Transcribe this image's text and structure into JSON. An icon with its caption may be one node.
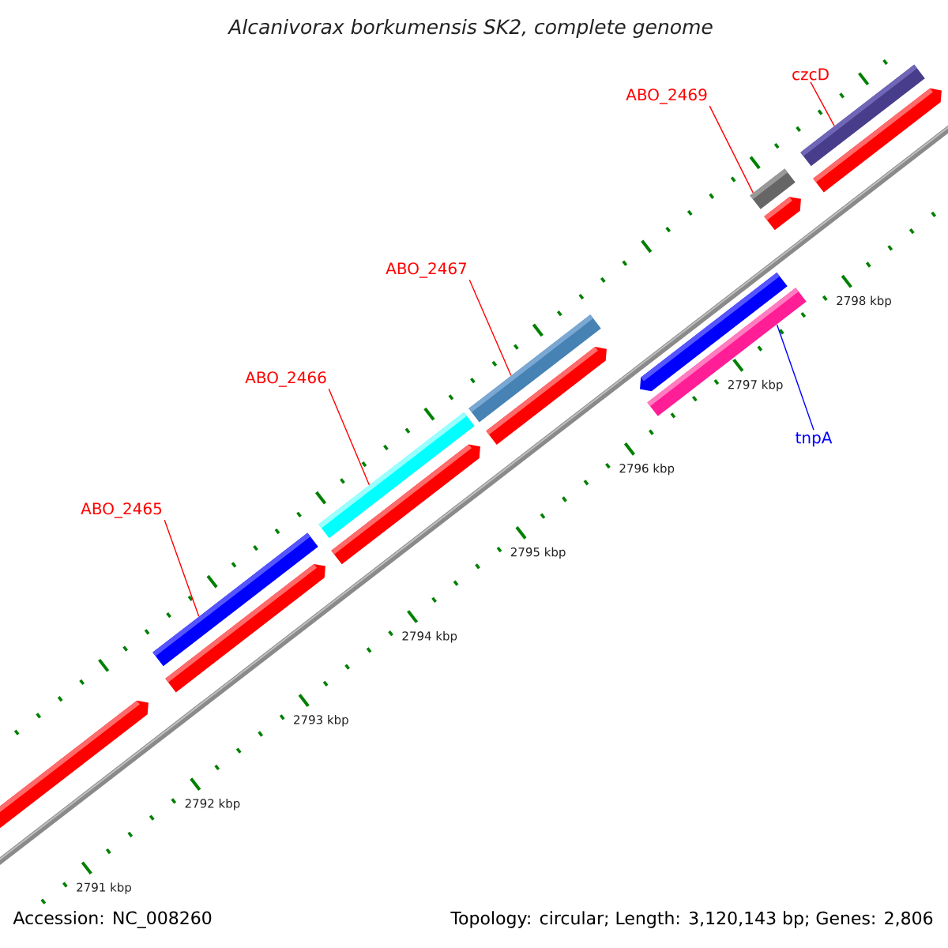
{
  "diagram": {
    "title": "Alcanivorax borkumensis SK2, complete genome",
    "nodes": [
      {
        "text": [
          "czcD"
        ]
      },
      {
        "text": [],
        "shape": "bar"
      },
      {
        "text": [
          "ABO_2469"
        ]
      },
      {
        "text": [],
        "shape": "bar"
      },
      {
        "text": [
          "ABO_2467"
        ]
      },
      {
        "text": [],
        "shape": "bar"
      },
      {
        "text": [
          "ABO_2466"
        ]
      },
      {
        "text": [],
        "shape": "bar"
      },
      {
        "text": [
          "ABO_2465"
        ]
      },
      {
        "text": [],
        "shape": "bar"
      },
      {
        "text": [
          "tnpA"
        ]
      },
      {
        "text": [],
        "shape": "bar"
      }
    ],
    "edges": [
      {
        "from": 0,
        "to": 1,
        "arrow": "none"
      },
      {
        "from": 2,
        "to": 3,
        "arrow": "none"
      },
      {
        "from": 4,
        "to": 5,
        "arrow": "none"
      },
      {
        "from": 6,
        "to": 7,
        "arrow": "none"
      },
      {
        "from": 8,
        "to": 9,
        "arrow": "none"
      },
      {
        "from": 10,
        "to": 11,
        "arrow": "none",
        "color": "#0000ff"
      }
    ],
    "labels": [
      "2798 kbp",
      "2797 kbp",
      "2796 kbp",
      "2795 kbp",
      "2794 kbp",
      "2793 kbp",
      "2792 kbp",
      "2791 kbp",
      "Accession: NC_008260",
      "Topology: circular; Length: 3,120,143 bp; Genes: 2,806"
    ]
  }
}
